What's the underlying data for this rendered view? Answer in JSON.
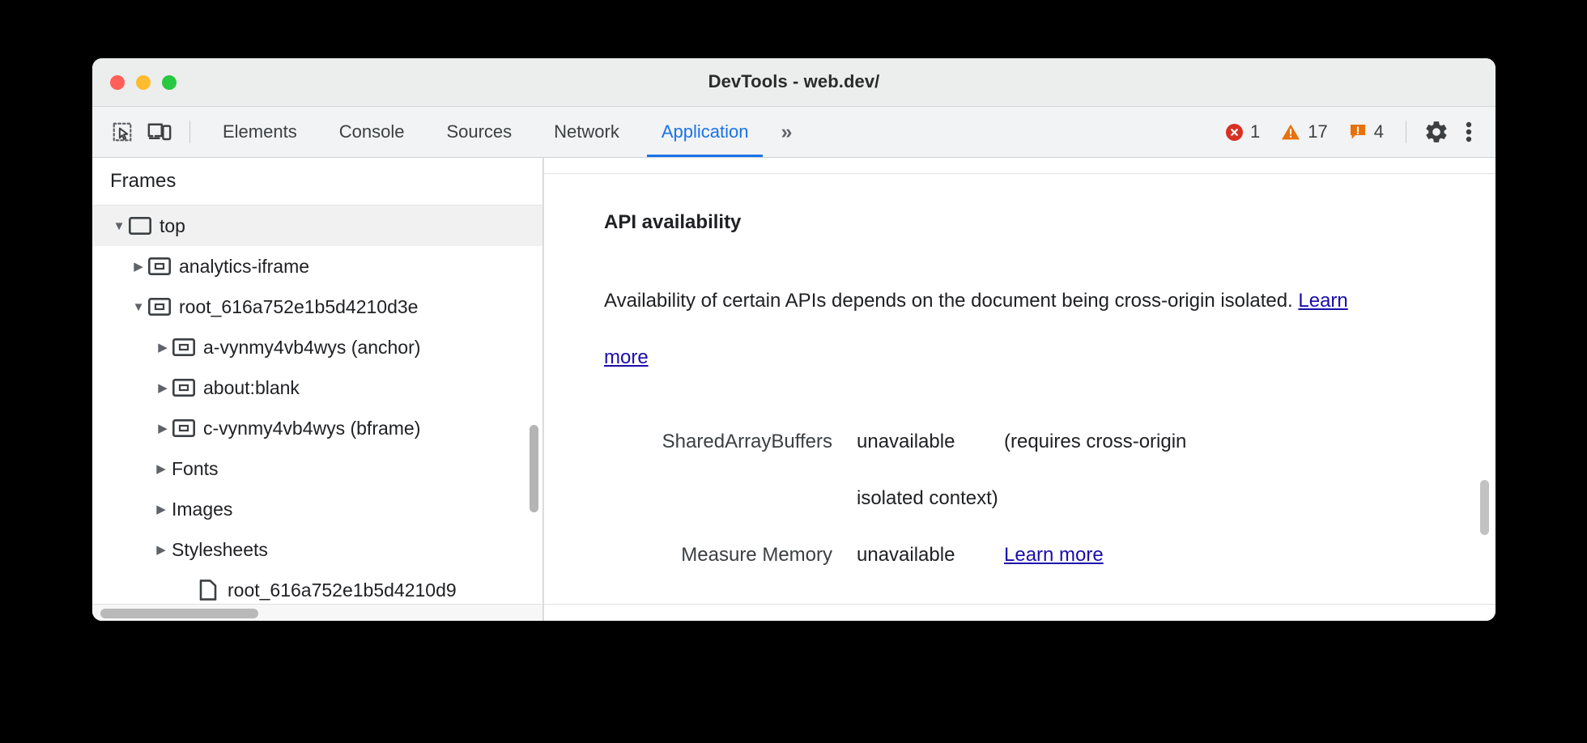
{
  "window": {
    "title": "DevTools - web.dev/",
    "traffic_lights": [
      {
        "name": "close",
        "color": "#ff5f57"
      },
      {
        "name": "minimize",
        "color": "#febc2e"
      },
      {
        "name": "zoom",
        "color": "#28c840"
      }
    ]
  },
  "toolbar": {
    "icons": [
      {
        "name": "inspect-element-icon",
        "title": "Inspect element"
      },
      {
        "name": "device-toolbar-icon",
        "title": "Toggle device toolbar"
      }
    ],
    "tabs": [
      {
        "label": "Elements",
        "active": false
      },
      {
        "label": "Console",
        "active": false
      },
      {
        "label": "Sources",
        "active": false
      },
      {
        "label": "Network",
        "active": false
      },
      {
        "label": "Application",
        "active": true
      }
    ],
    "overflow_label": "»",
    "counters": {
      "errors": "1",
      "warnings": "17",
      "issues": "4"
    },
    "settings_label": "Settings",
    "more_label": "Customize and control DevTools",
    "accent_color": "#1a73e8",
    "error_color": "#d93025",
    "warning_color": "#e37400",
    "issue_color": "#e8710a"
  },
  "sidebar": {
    "header": "Frames",
    "tree": [
      {
        "label": "top",
        "depth": 0,
        "twisty": "expanded",
        "icon": "frame-icon",
        "selected": true
      },
      {
        "label": "analytics-iframe",
        "depth": 1,
        "twisty": "collapsed",
        "icon": "iframe-icon",
        "selected": false
      },
      {
        "label": "root_616a752e1b5d4210d3e",
        "depth": 1,
        "twisty": "expanded",
        "icon": "iframe-icon",
        "selected": false
      },
      {
        "label": "a-vynmy4vb4wys (anchor)",
        "depth": 2,
        "twisty": "collapsed",
        "icon": "iframe-icon",
        "selected": false
      },
      {
        "label": "about:blank",
        "depth": 2,
        "twisty": "collapsed",
        "icon": "iframe-icon",
        "selected": false
      },
      {
        "label": "c-vynmy4vb4wys (bframe)",
        "depth": 2,
        "twisty": "collapsed",
        "icon": "iframe-icon",
        "selected": false
      },
      {
        "label": "Fonts",
        "depth": 2,
        "twisty": "collapsed",
        "icon": "none",
        "selected": false
      },
      {
        "label": "Images",
        "depth": 2,
        "twisty": "collapsed",
        "icon": "none",
        "selected": false
      },
      {
        "label": "Stylesheets",
        "depth": 2,
        "twisty": "collapsed",
        "icon": "none",
        "selected": false
      },
      {
        "label": "root_616a752e1b5d4210d9",
        "depth": 3,
        "twisty": "none",
        "icon": "document-icon",
        "selected": false
      }
    ]
  },
  "main": {
    "section_title": "API availability",
    "paragraph_text": "Availability of certain APIs depends on the document being cross-origin isolated. ",
    "paragraph_link": "Learn more",
    "rows": [
      {
        "key": "SharedArrayBuffers",
        "value": "unavailable",
        "note": "(requires cross-origin",
        "note_cont": "isolated context)",
        "link": ""
      },
      {
        "key": "Measure Memory",
        "value": "unavailable",
        "note": "",
        "note_cont": "",
        "link": "Learn more"
      }
    ]
  }
}
